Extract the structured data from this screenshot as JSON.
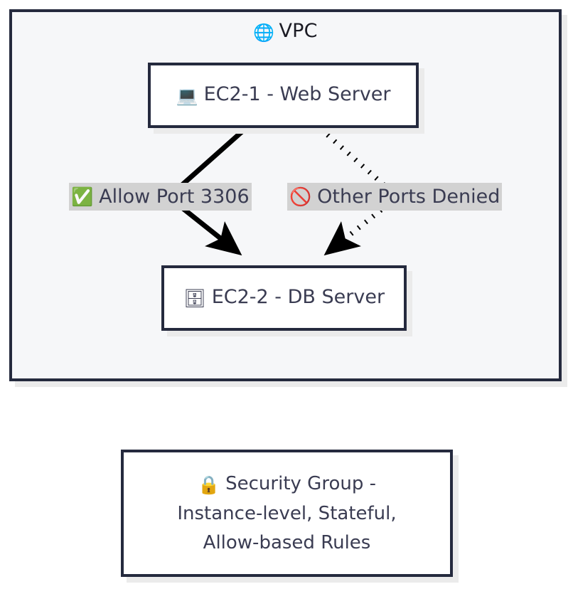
{
  "diagram": {
    "type": "flowchart",
    "subgraph": {
      "title": "VPC",
      "title_icon": "globe-with-meridians-icon",
      "title_emoji": "🌐"
    },
    "nodes": [
      {
        "id": "web",
        "label": "EC2-1 - Web Server",
        "icon": "laptop-icon",
        "emoji": "💻"
      },
      {
        "id": "db",
        "label": "EC2-2 - DB Server",
        "icon": "file-cabinet-icon",
        "emoji": "🗄"
      }
    ],
    "legend": {
      "icon": "lock-icon",
      "emoji": "🔒",
      "line1": "Security Group -",
      "line2": "Instance-level, Stateful,",
      "line3": "Allow-based Rules"
    },
    "edges": [
      {
        "id": "allow",
        "from": "web",
        "to": "db",
        "style": "solid",
        "label": "Allow Port 3306",
        "icon": "check-mark-button-icon",
        "emoji": "✅"
      },
      {
        "id": "deny",
        "from": "web",
        "to": "db",
        "style": "dotted",
        "label": "Other Ports Denied",
        "icon": "prohibited-icon",
        "emoji": "🚫"
      }
    ],
    "colors": {
      "border": "#252a3e",
      "node_fill": "#ffffff",
      "subgraph_fill": "#f6f7f9",
      "text": "#3a3c52",
      "title_text": "#1b1b24",
      "label_bg": "#d2d2d2",
      "shadow": "#ebebeb",
      "edge": "#000000"
    }
  }
}
